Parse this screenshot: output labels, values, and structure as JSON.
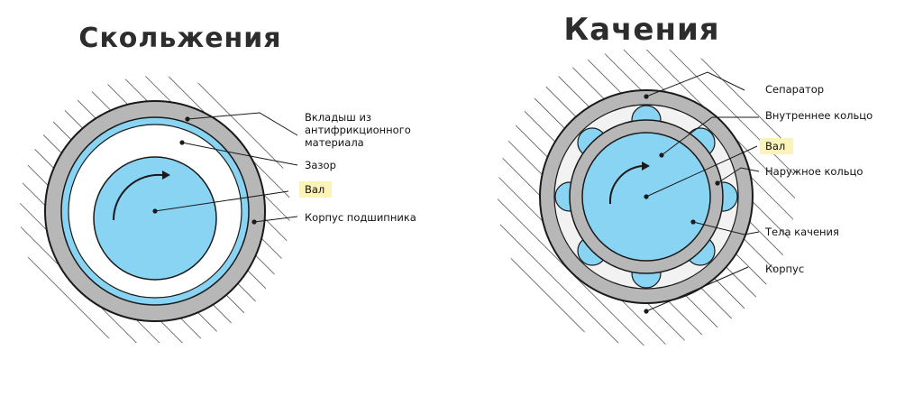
{
  "left": {
    "title": "Скольжения",
    "labels": {
      "liner": [
        "Вкладыш из",
        "антифрикционного",
        "материала"
      ],
      "gap": "Зазор",
      "shaft": "Вал",
      "housing": "Корпус подшипника"
    }
  },
  "right": {
    "title": "Качения",
    "labels": {
      "separator": "Сепаратор",
      "inner_ring": "Внутреннее кольцо",
      "shaft": "Вал",
      "outer_ring": "Наружное кольцо",
      "rolling_elements": "Тела качения",
      "housing": "Корпус"
    }
  },
  "colors": {
    "ring": "#b7b7b7",
    "ring_stroke": "#1a1a1a",
    "shaft": "#88d4f2",
    "highlight": "#fbf3b8",
    "hatch": "#2b2b2b"
  }
}
